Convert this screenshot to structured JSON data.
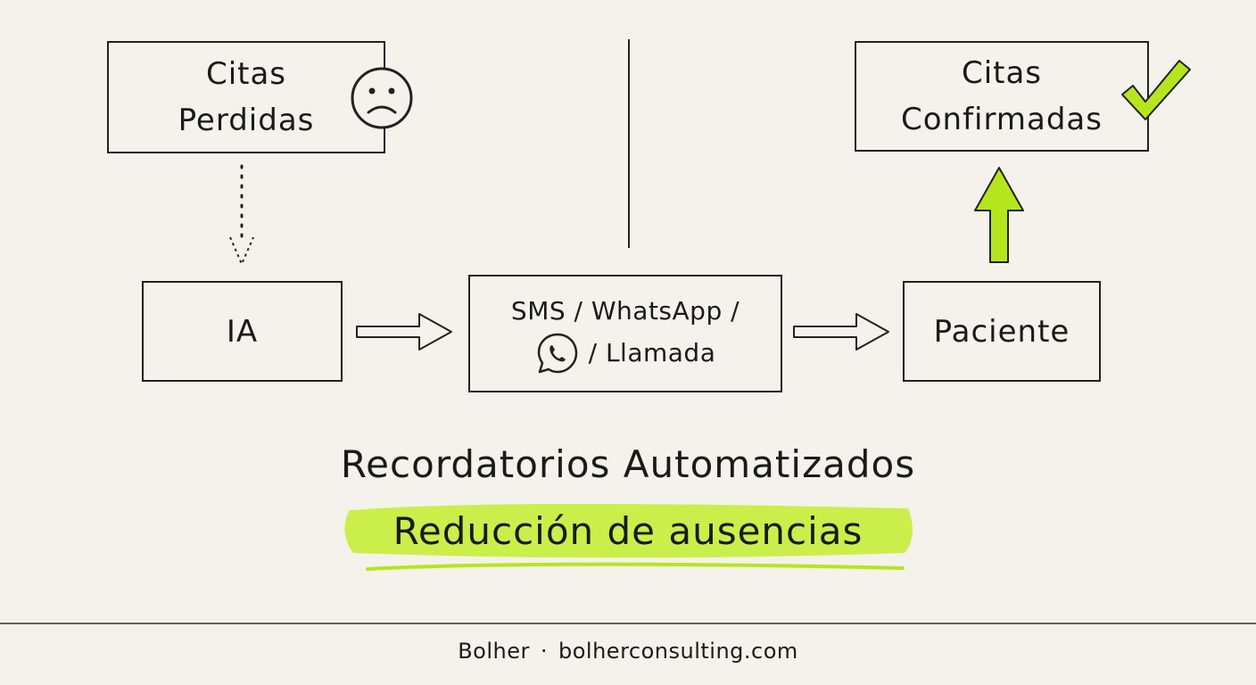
{
  "diagram": {
    "box_lost": {
      "line1": "Citas",
      "line2": "Perdidas"
    },
    "box_ai": {
      "label": "IA"
    },
    "box_channels": {
      "line1": "SMS / WhatsApp /",
      "line2": "/ Llamada"
    },
    "box_patient": {
      "label": "Paciente"
    },
    "box_confirmed": {
      "line1": "Citas",
      "line2": "Confirmadas"
    },
    "title": "Recordatorios Automatizados",
    "subtitle": "Reducción de ausencias"
  },
  "footer": {
    "brand": "Bolher",
    "separator": "·",
    "site": "bolherconsulting.com"
  },
  "colors": {
    "background": "#f4f2eb",
    "ink": "#222222",
    "accent": "#b5e61d"
  },
  "icons": {
    "sad_face": "sad-face-icon",
    "whatsapp": "whatsapp-icon",
    "checkmark": "checkmark-icon"
  }
}
